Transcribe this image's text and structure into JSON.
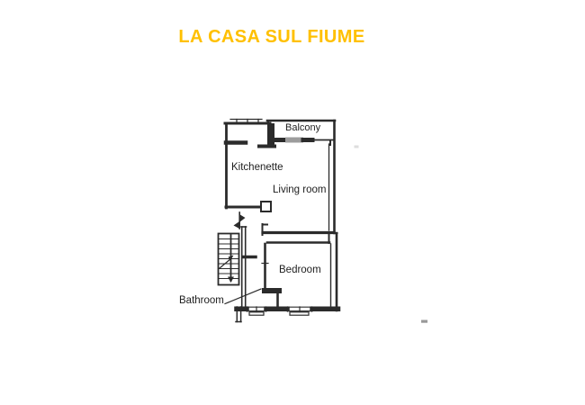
{
  "title": {
    "text": "LA CASA SUL FIUME",
    "color": "#FFC000"
  },
  "floor_plan": {
    "rooms": {
      "balcony": "Balcony",
      "kitchenette": "Kitchenette",
      "living_room": "Living room",
      "bedroom": "Bedroom",
      "bathroom": "Bathroom"
    },
    "features": [
      "staircase",
      "entry-door-swing",
      "balcony-glass-door",
      "window-with-sill",
      "bathroom-leader-line"
    ],
    "ink_color": "#2b2b2b"
  }
}
